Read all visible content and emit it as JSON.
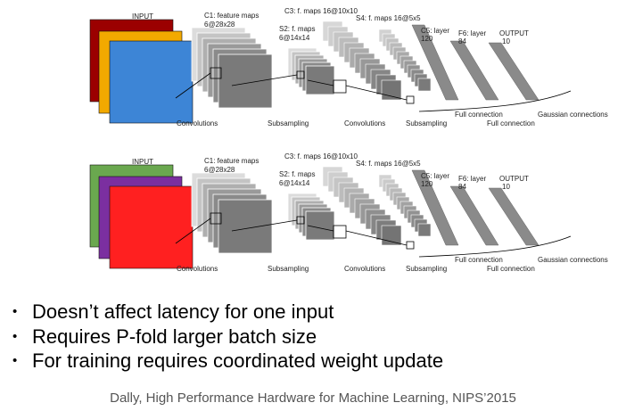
{
  "diagrams": [
    {
      "input_colors": [
        "#9B0000",
        "#F2A900",
        "#3D85D6"
      ],
      "labels": {
        "input": "INPUT",
        "c1": "C1: feature maps",
        "c1_dims": "6@28x28",
        "s2": "S2: f. maps",
        "s2_dims": "6@14x14",
        "c3": "C3: f. maps 16@10x10",
        "s4": "S4: f. maps 16@5x5",
        "c5": "C5: layer",
        "c5_dims": "120",
        "f6": "F6: layer",
        "f6_dims": "84",
        "output": "OUTPUT",
        "output_dims": "10",
        "convolutions_1": "Convolutions",
        "subsampling_1": "Subsampling",
        "convolutions_2": "Convolutions",
        "subsampling_2": "Subsampling",
        "full_connection_1": "Full connection",
        "full_connection_2": "Full connection",
        "gaussian": "Gaussian connections"
      }
    },
    {
      "input_colors": [
        "#6AA84F",
        "#7B2FA0",
        "#FF2020"
      ],
      "labels": {
        "input": "INPUT",
        "c1": "C1: feature maps",
        "c1_dims": "6@28x28",
        "s2": "S2: f. maps",
        "s2_dims": "6@14x14",
        "c3": "C3: f. maps 16@10x10",
        "s4": "S4: f. maps 16@5x5",
        "c5": "C5: layer",
        "c5_dims": "120",
        "f6": "F6: layer",
        "f6_dims": "84",
        "output": "OUTPUT",
        "output_dims": "10",
        "convolutions_1": "Convolutions",
        "subsampling_1": "Subsampling",
        "convolutions_2": "Convolutions",
        "subsampling_2": "Subsampling",
        "full_connection_1": "Full connection",
        "full_connection_2": "Full connection",
        "gaussian": "Gaussian connections"
      }
    }
  ],
  "bullets": [
    "Doesn’t affect latency for one input",
    "Requires P-fold larger batch size",
    "For training requires coordinated weight update"
  ],
  "citation": "Dally, High Performance Hardware for Machine Learning, NIPS’2015"
}
